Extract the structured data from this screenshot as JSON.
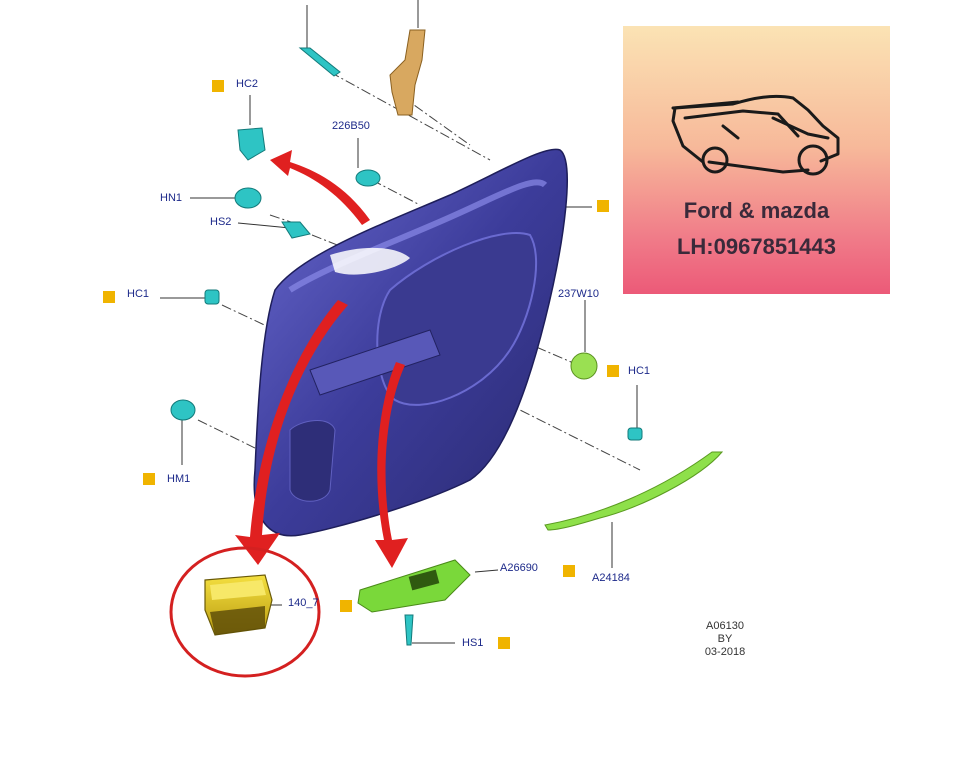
{
  "labels": {
    "hc2": "HC2",
    "b226": "226B50",
    "hn1": "HN1",
    "hs2": "HS2",
    "hc1_left": "HC1",
    "w237": "237W10",
    "hc1_right": "HC1",
    "hm1": "HM1",
    "p140": "140_7",
    "a26690": "A26690",
    "a24184": "A24184",
    "hs1": "HS1"
  },
  "stamp": {
    "line1": "A06130",
    "line2": "BY",
    "line3": "03-2018"
  },
  "promo": {
    "brand": "Ford & mazda",
    "phone": "LH:0967851443"
  },
  "colors": {
    "door_panel": "#4a4aa8",
    "clip": "#2ec4c4",
    "trim_strip": "#8ee04a",
    "switch_bezel": "#7ad83a",
    "window_switch": "#e8c81a",
    "arrow": "#e02020",
    "highlight_circle": "#d42020",
    "note_square": "#f0b400",
    "label_text": "#1d2a8a"
  }
}
